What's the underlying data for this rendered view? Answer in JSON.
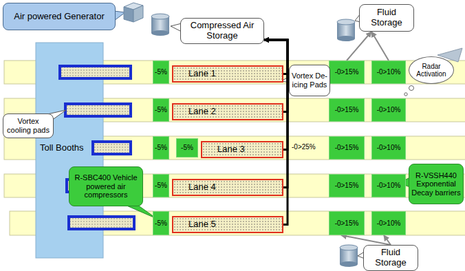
{
  "diagram": {
    "nodes": [
      {
        "text": [
          "Air powered Generator"
        ]
      },
      {
        "text": [
          "Compressed Air Storage"
        ]
      },
      {
        "text": [
          "Fluid Storage"
        ]
      },
      {
        "text": [
          "Toll Booths"
        ]
      },
      {
        "text": [
          "-5%"
        ]
      },
      {
        "text": [
          "Lane 1"
        ]
      },
      {
        "text": [
          "-0>15%"
        ]
      },
      {
        "text": [
          "-0>10%"
        ]
      },
      {
        "text": [
          "Vortex De-icing Pads"
        ]
      },
      {
        "text": [
          "Radar Activation"
        ]
      },
      {
        "text": [
          "-5%"
        ]
      },
      {
        "text": [
          "Lane 2"
        ]
      },
      {
        "text": [
          "-0>15%"
        ]
      },
      {
        "text": [
          "-0>10%"
        ]
      },
      {
        "text": [
          "Vortex cooling pads"
        ]
      },
      {
        "text": [
          "-5%"
        ]
      },
      {
        "text": [
          "-5%"
        ]
      },
      {
        "text": [
          "Lane 3"
        ]
      },
      {
        "text": [
          "-0>15%"
        ]
      },
      {
        "text": [
          "-0>10%"
        ]
      },
      {
        "text": [
          "R-SBC400 Vehicle powered air compressors"
        ]
      },
      {
        "text": [
          "R-VSSH440 Exponential Decay barriers"
        ]
      },
      {
        "text": [
          "-5%"
        ]
      },
      {
        "text": [
          "Lane 4"
        ]
      },
      {
        "text": [
          "-0>15%"
        ]
      },
      {
        "text": [
          "-0>10%"
        ]
      },
      {
        "text": [
          "-5%"
        ]
      },
      {
        "text": [
          "Lane 5"
        ]
      },
      {
        "text": [
          "-0>15%"
        ]
      },
      {
        "text": [
          "-0>10%"
        ]
      },
      {
        "text": [
          "Fluid Storage"
        ]
      }
    ],
    "edges": [
      {
        "from": 5,
        "to": 1,
        "arrow": "to"
      },
      {
        "from": 11,
        "to": 1,
        "arrow": "to"
      },
      {
        "from": 17,
        "to": 1,
        "arrow": "to"
      },
      {
        "from": 23,
        "to": 1,
        "arrow": "to"
      },
      {
        "from": 27,
        "to": 1,
        "arrow": "to"
      },
      {
        "from": 6,
        "to": 2,
        "arrow": "to"
      },
      {
        "from": 7,
        "to": 2,
        "arrow": "to"
      },
      {
        "from": 30,
        "to": 28,
        "arrow": "to"
      },
      {
        "from": 30,
        "to": 29,
        "arrow": "to"
      }
    ],
    "labels": [
      "-0>25%"
    ]
  }
}
